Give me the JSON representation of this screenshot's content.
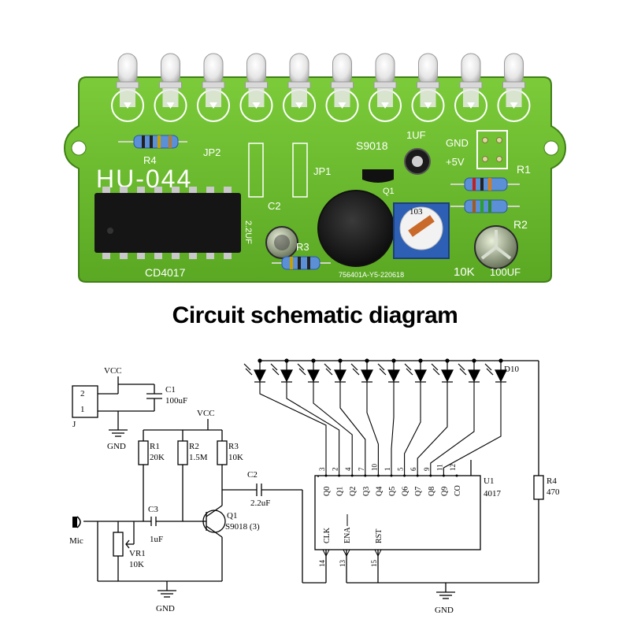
{
  "board": {
    "model": "HU-044",
    "ic_label": "CD4017",
    "jp1": "JP1",
    "jp2": "JP2",
    "r4": "R4",
    "c2": "C2",
    "c2_value": "2.2UF",
    "r3": "R3",
    "transistor": "S9018",
    "q1": "Q1",
    "c3_value": "1UF",
    "gnd": "GND",
    "vcc": "+5V",
    "r1": "R1",
    "r2": "R2",
    "pot_code": "103",
    "pot_value": "10K",
    "cap_value": "100UF",
    "serial": "756401A-Y5-220618",
    "led_count": 10,
    "colors": {
      "pcb": "#6cbf2e",
      "pcb_dark": "#4f9a1c",
      "silk": "#ffffff"
    }
  },
  "title": "Circuit schematic diagram",
  "schematic": {
    "vcc1": "VCC",
    "c1": "C1",
    "c1_value": "100uF",
    "jack_pins": [
      "2",
      "1"
    ],
    "jack_label": "J",
    "gnd1": "GND",
    "vcc2": "VCC",
    "r1": "R1",
    "r1_value": "20K",
    "r2": "R2",
    "r2_value": "1.5M",
    "r3": "R3",
    "r3_value": "10K",
    "c2": "C2",
    "c2_value": "2.2uF",
    "c3": "C3",
    "c3_value": "1uF",
    "q1": "Q1",
    "q1_value": "S9018 (3)",
    "mic": "Mic",
    "vr1": "VR1",
    "vr1_value": "10K",
    "gnd2": "GND",
    "gnd3": "GND",
    "d10": "D10",
    "ic_name": "U1",
    "ic_value": "4017",
    "outputs": [
      "Q0",
      "Q1",
      "Q2",
      "Q3",
      "Q4",
      "Q5",
      "Q6",
      "Q7",
      "Q8",
      "Q9",
      "CO"
    ],
    "output_pins": [
      "3",
      "2",
      "4",
      "7",
      "10",
      "1",
      "5",
      "6",
      "9",
      "11",
      "12"
    ],
    "inputs": [
      "CLK",
      "ENA",
      "RST"
    ],
    "input_pins": [
      "14",
      "13",
      "15"
    ],
    "r4": "R4",
    "r4_value": "470"
  }
}
